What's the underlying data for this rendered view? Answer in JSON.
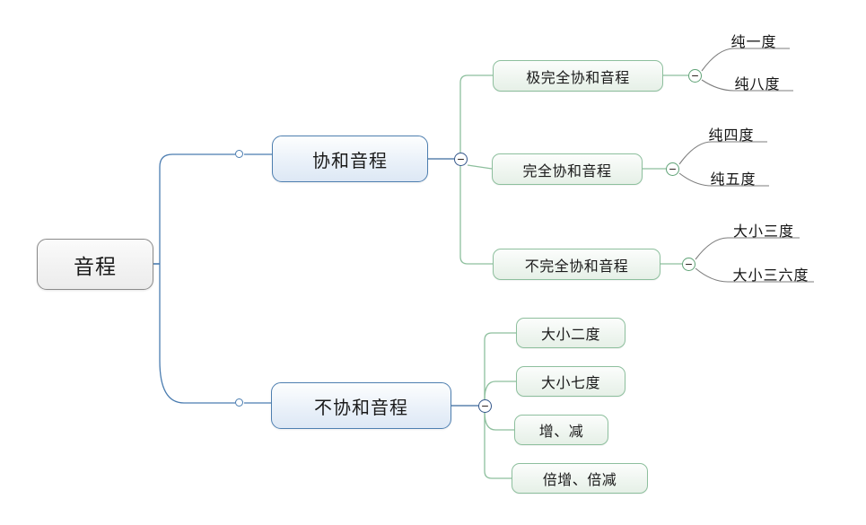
{
  "title": "音程",
  "theme": {
    "background": "#ffffff",
    "root_border": "#8a8a8a",
    "root_fill": "#f2f2f2",
    "branch_blue": "#4e7fb0",
    "branch_blue_fill": "#eaf1f9",
    "branch_green": "#8dbf9d",
    "branch_green_fill": "#eef5ef",
    "leaf_underline": "#6f6f6f",
    "toggle_blue_border": "#33568a",
    "toggle_green_border": "#5fa276",
    "text_color": "#1a1a1a"
  },
  "root": {
    "label": "音程"
  },
  "branches": [
    {
      "label": "协和音程",
      "toggle": "collapse-toggle",
      "children": [
        {
          "label": "极完全协和音程",
          "toggle": "collapse-toggle",
          "leaves": [
            "纯一度",
            "纯八度"
          ]
        },
        {
          "label": "完全协和音程",
          "toggle": "collapse-toggle",
          "leaves": [
            "纯四度",
            "纯五度"
          ]
        },
        {
          "label": "不完全协和音程",
          "toggle": "collapse-toggle",
          "leaves": [
            "大小三度",
            "大小三六度"
          ]
        }
      ]
    },
    {
      "label": "不协和音程",
      "toggle": "collapse-toggle",
      "children": [
        {
          "label": "大小二度",
          "leaves": []
        },
        {
          "label": "大小七度",
          "leaves": []
        },
        {
          "label": "增、减",
          "leaves": []
        },
        {
          "label": "倍增、倍减",
          "leaves": []
        }
      ]
    }
  ]
}
